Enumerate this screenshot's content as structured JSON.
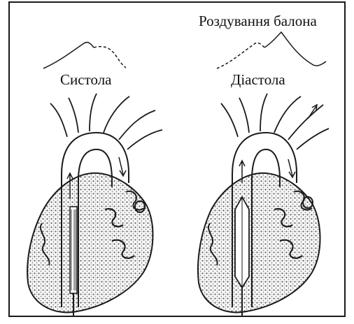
{
  "labels": {
    "balloon_inflation": "Роздування балона",
    "systole": "Систола",
    "diastole": "Діастола"
  },
  "colors": {
    "ink": "#1a1a1a",
    "heart_fill": "#8c8c8c",
    "background": "#ffffff"
  }
}
